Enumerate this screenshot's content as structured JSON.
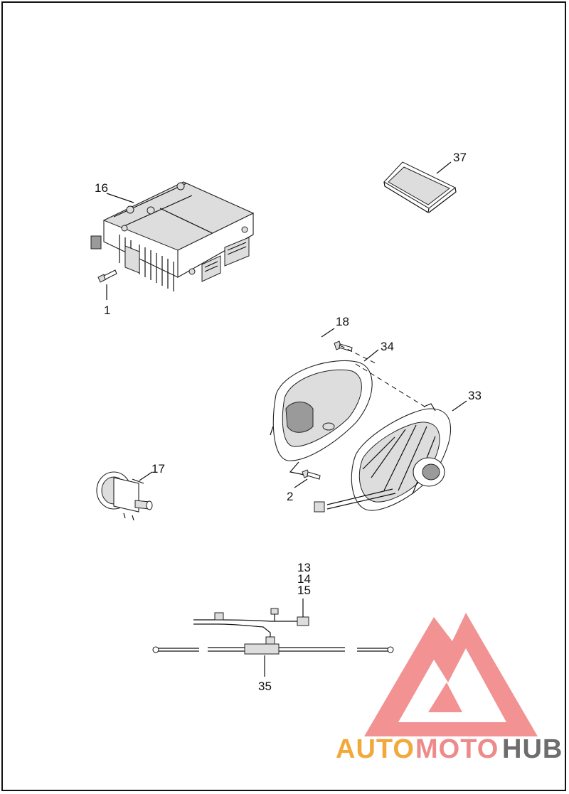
{
  "callouts": {
    "c37": "37",
    "c16": "16",
    "c1": "1",
    "c18": "18",
    "c34": "34",
    "c33": "33",
    "c17": "17",
    "c2": "2",
    "c13": "13",
    "c14": "14",
    "c15": "15",
    "c35": "35"
  },
  "watermark": {
    "part1": "AUTO",
    "part2": "MOTO",
    "part3": "HUB",
    "colors": {
      "auto": "#f2a93b",
      "moto": "#ee8a8a",
      "hub": "#6d6d6d",
      "logo": "#f08080"
    }
  }
}
